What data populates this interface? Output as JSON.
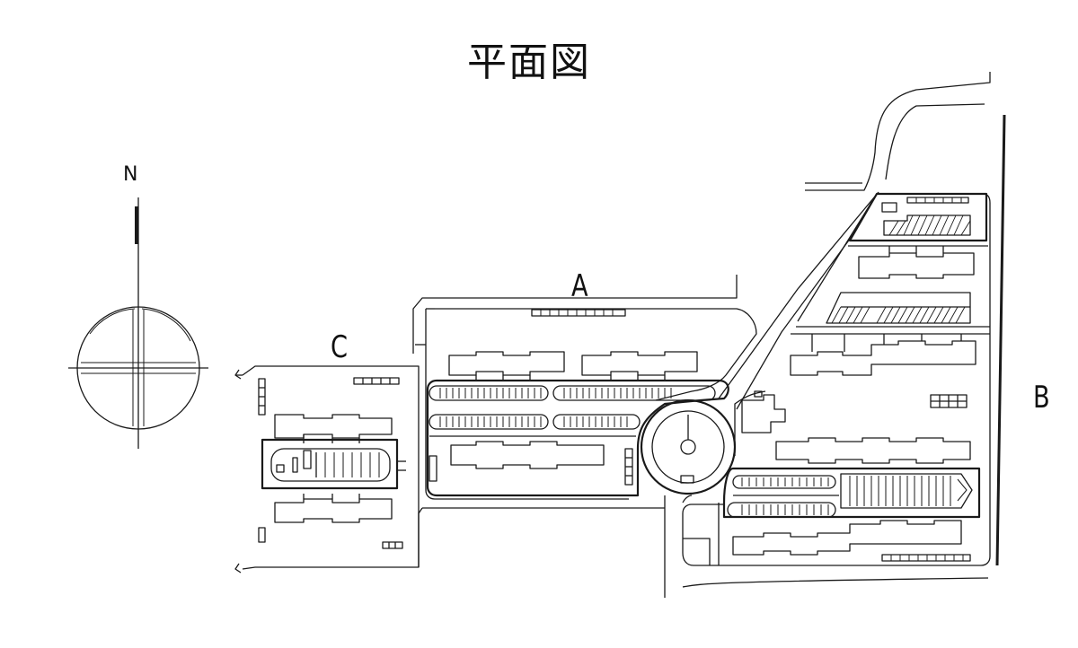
{
  "title": "平面図",
  "compass": {
    "north_label": "N"
  },
  "zones": {
    "a_label": "A",
    "b_label": "B",
    "c_label": "C"
  },
  "colors": {
    "line": "#1a1a1a",
    "background": "#ffffff"
  }
}
